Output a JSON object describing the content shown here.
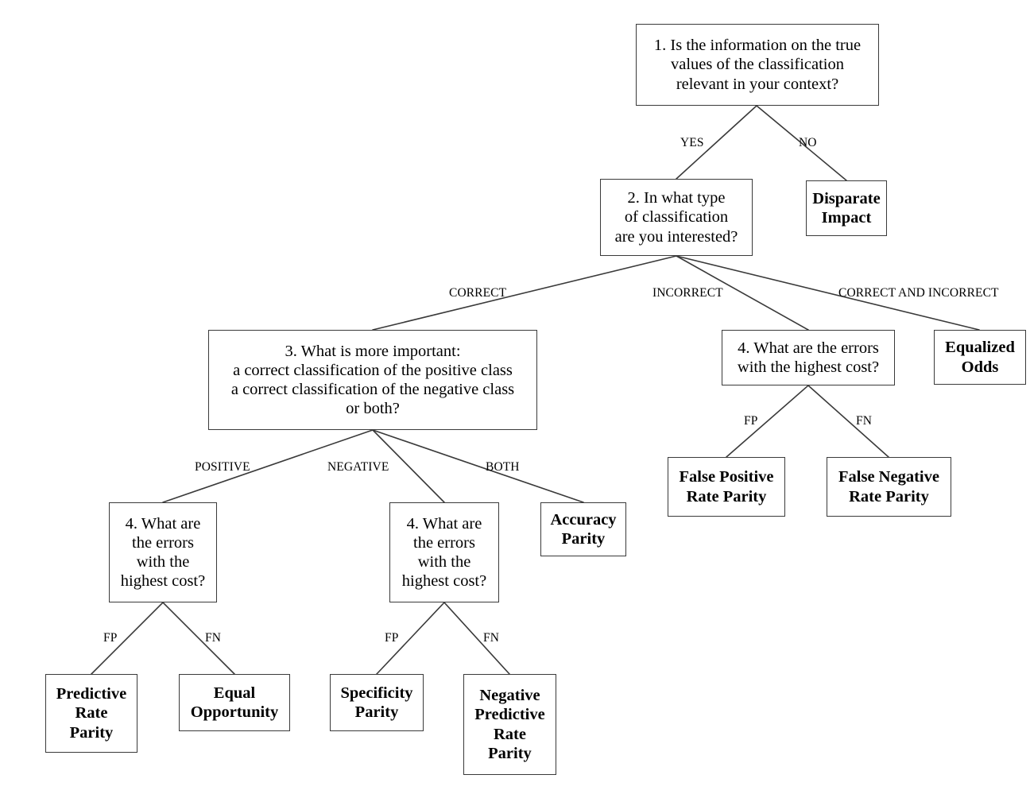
{
  "diagram": {
    "title": "Fairness metric selection decision tree",
    "line_color": "#3a3a3a",
    "background": "#ffffff",
    "text_color": "#000000"
  },
  "nodes": {
    "q1": {
      "id": "q1",
      "kind": "question",
      "text": "1.  Is the information on the true\nvalues of the classification\nrelevant in your context?"
    },
    "q2": {
      "id": "q2",
      "kind": "question",
      "text": "2. In what type\nof classification\nare you interested?"
    },
    "disparate_impact": {
      "id": "disparate_impact",
      "kind": "leaf",
      "text": "Disparate\nImpact"
    },
    "q3": {
      "id": "q3",
      "kind": "question",
      "text": "3.  What is more important:\na correct classification of the positive class\na correct classification of the negative class\nor both?"
    },
    "q4_right": {
      "id": "q4_right",
      "kind": "question",
      "text": "4.  What are the errors\nwith the highest cost?"
    },
    "equalized_odds": {
      "id": "equalized_odds",
      "kind": "leaf",
      "text": "Equalized\nOdds"
    },
    "false_positive_rate_parity": {
      "id": "false_positive_rate_parity",
      "kind": "leaf",
      "text": "False Positive\nRate Parity"
    },
    "false_negative_rate_parity": {
      "id": "false_negative_rate_parity",
      "kind": "leaf",
      "text": "False Negative\nRate Parity"
    },
    "q4_left": {
      "id": "q4_left",
      "kind": "question",
      "text": "4.  What are\nthe errors\nwith the\nhighest cost?"
    },
    "q4_mid": {
      "id": "q4_mid",
      "kind": "question",
      "text": "4.  What are\nthe errors\nwith the\nhighest cost?"
    },
    "accuracy_parity": {
      "id": "accuracy_parity",
      "kind": "leaf",
      "text": "Accuracy\nParity"
    },
    "predictive_rate_parity": {
      "id": "predictive_rate_parity",
      "kind": "leaf",
      "text": "Predictive\nRate\nParity"
    },
    "equal_opportunity": {
      "id": "equal_opportunity",
      "kind": "leaf",
      "text": "Equal\nOpportunity"
    },
    "specificity_parity": {
      "id": "specificity_parity",
      "kind": "leaf",
      "text": "Specificity\nParity"
    },
    "negative_predictive_rate_parity": {
      "id": "negative_predictive_rate_parity",
      "kind": "leaf",
      "text": "Negative\nPredictive\nRate\nParity"
    }
  },
  "edge_labels": {
    "yes": "YES",
    "no": "NO",
    "correct": "CORRECT",
    "incorrect": "INCORRECT",
    "correct_and_incorrect": "CORRECT AND INCORRECT",
    "positive": "POSITIVE",
    "negative": "NEGATIVE",
    "both": "BOTH",
    "fp_right": "FP",
    "fn_right": "FN",
    "fp_left": "FP",
    "fn_left": "FN",
    "fp_mid": "FP",
    "fn_mid": "FN"
  }
}
